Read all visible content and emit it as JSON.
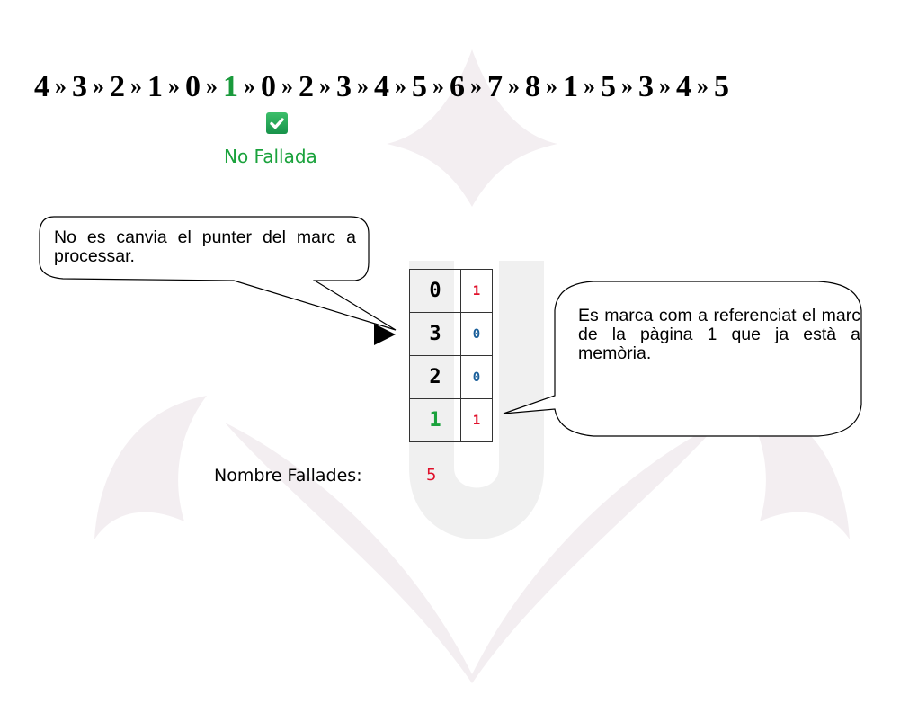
{
  "reference_string": {
    "pages": [
      "4",
      "3",
      "2",
      "1",
      "0",
      "1",
      "0",
      "2",
      "3",
      "4",
      "5",
      "6",
      "7",
      "8",
      "1",
      "5",
      "3",
      "4",
      "5"
    ],
    "current_index": 5,
    "separator": "»",
    "highlight_color": "#1a9a3c"
  },
  "result": {
    "icon": "check-icon",
    "label": "No Fallada",
    "color": "#1aa23c"
  },
  "callouts": {
    "pointer_note": "No es canvia el punter del marc a processar.",
    "reference_note": "Es marca com a referenciat el marc de la pàgina 1 que ja està a memòria."
  },
  "frames": {
    "pointer_index": 1,
    "rows": [
      {
        "page": "0",
        "ref_bit": "1",
        "current": false
      },
      {
        "page": "3",
        "ref_bit": "0",
        "current": false
      },
      {
        "page": "2",
        "ref_bit": "0",
        "current": false
      },
      {
        "page": "1",
        "ref_bit": "1",
        "current": true
      }
    ]
  },
  "faults": {
    "label": "Nombre Fallades:",
    "value": "5",
    "color": "#e0102a"
  }
}
